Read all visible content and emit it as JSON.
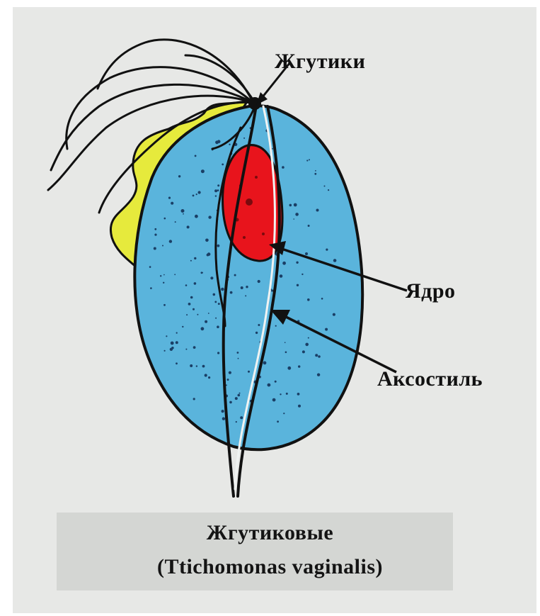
{
  "labels": {
    "flagella": "Жгутики",
    "nucleus": "Ядро",
    "axostyle": "Аксостиль"
  },
  "caption": {
    "ru": "Жгутиковые",
    "latin": "(Ttichomonas vaginalis)"
  },
  "colors": {
    "background": "#e7e8e6",
    "cell_body": "#5ab4dc",
    "undulating_membrane": "#e6ea3c",
    "nucleus": "#e8141c",
    "outline": "#111111"
  }
}
